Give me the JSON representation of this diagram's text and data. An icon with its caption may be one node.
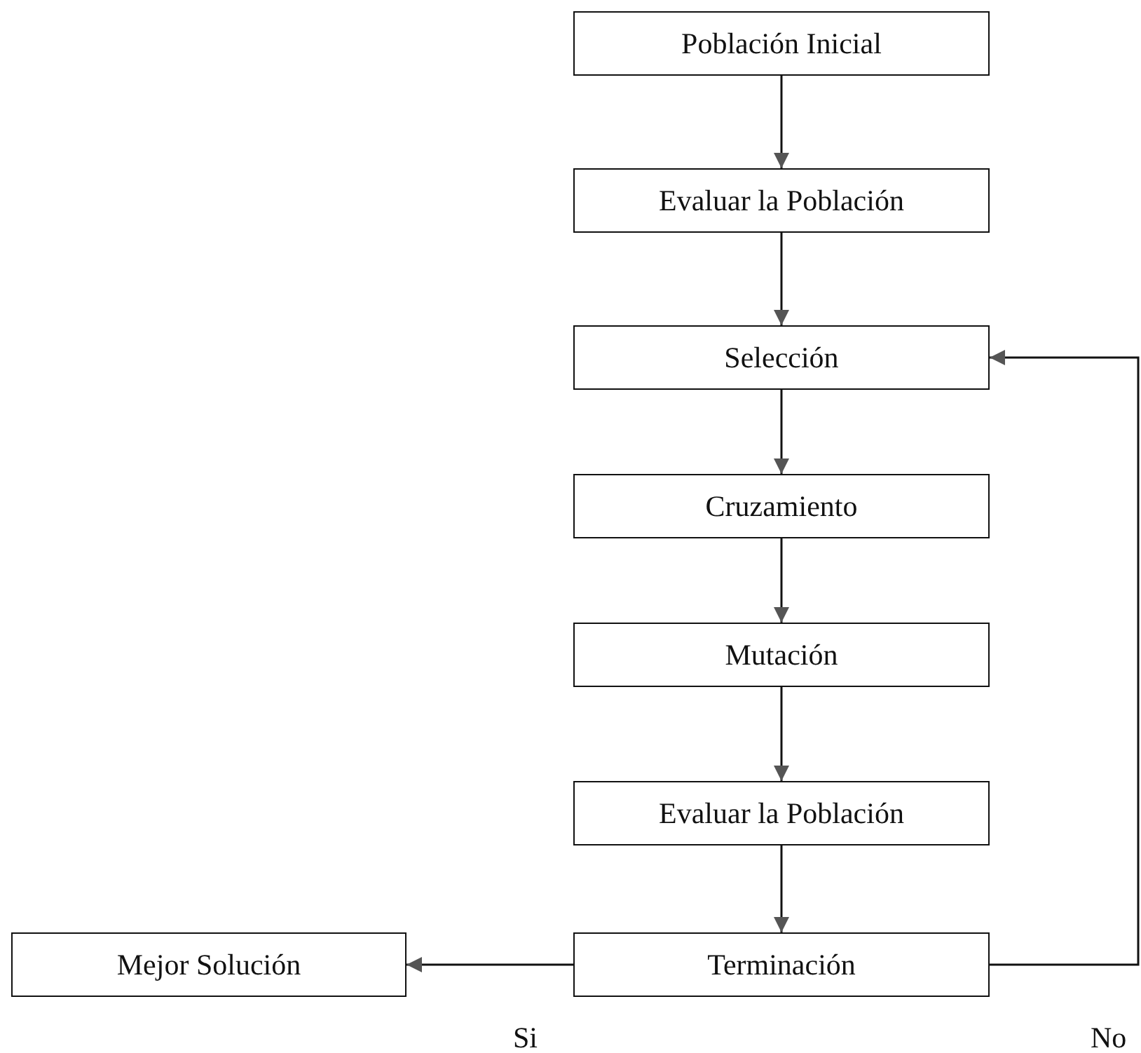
{
  "diagram": {
    "nodes": [
      {
        "text": [
          "Población Inicial"
        ]
      },
      {
        "text": [
          "Evaluar la Población"
        ]
      },
      {
        "text": [
          "Selección"
        ]
      },
      {
        "text": [
          "Cruzamiento"
        ]
      },
      {
        "text": [
          "Mutación"
        ]
      },
      {
        "text": [
          "Evaluar la Población"
        ]
      },
      {
        "text": [
          "Terminación"
        ]
      },
      {
        "text": [
          "Mejor Solución"
        ]
      }
    ],
    "edges": [
      {
        "from": 0,
        "to": 1,
        "arrow": "to"
      },
      {
        "from": 1,
        "to": 2,
        "arrow": "to"
      },
      {
        "from": 2,
        "to": 3,
        "arrow": "to"
      },
      {
        "from": 3,
        "to": 4,
        "arrow": "to"
      },
      {
        "from": 4,
        "to": 5,
        "arrow": "to"
      },
      {
        "from": 5,
        "to": 6,
        "arrow": "to"
      },
      {
        "from": 6,
        "to": 7,
        "arrow": "to",
        "label": "Si"
      },
      {
        "from": 6,
        "to": 2,
        "arrow": "to",
        "label": "No"
      }
    ]
  }
}
